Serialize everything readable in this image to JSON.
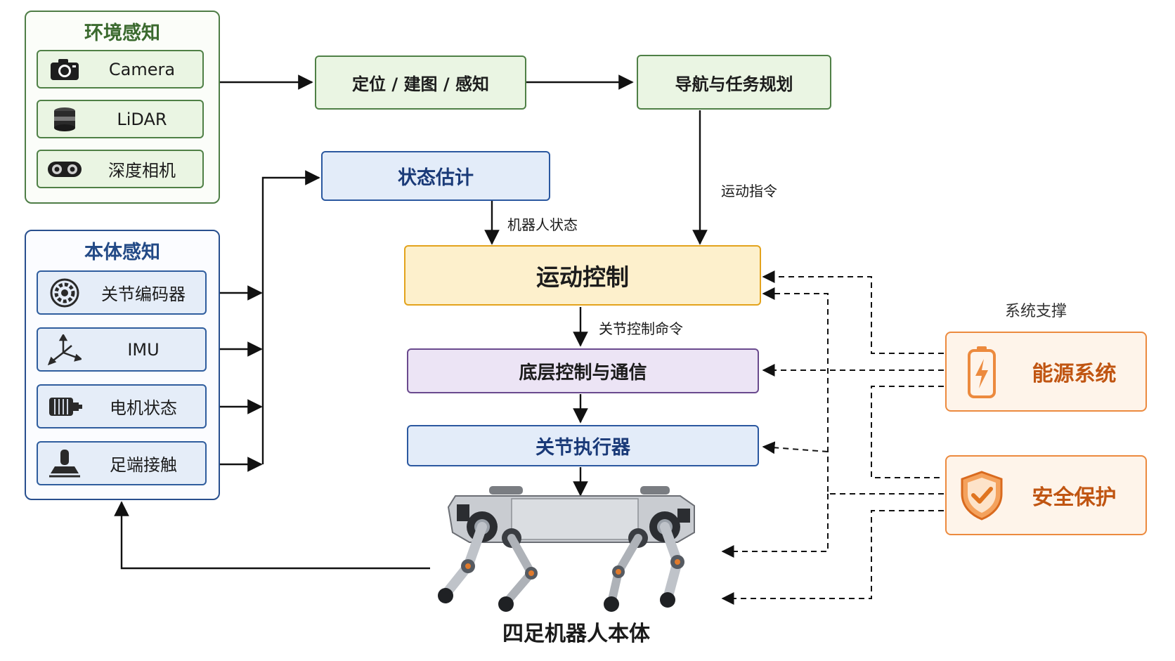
{
  "environment_perception": {
    "title": "环境感知",
    "items": [
      {
        "label": "Camera",
        "icon": "camera-icon"
      },
      {
        "label": "LiDAR",
        "icon": "lidar-icon"
      },
      {
        "label": "深度相机",
        "icon": "depth-camera-icon"
      }
    ]
  },
  "proprioception": {
    "title": "本体感知",
    "items": [
      {
        "label": "关节编码器",
        "icon": "encoder-icon"
      },
      {
        "label": "IMU",
        "icon": "imu-axes-icon"
      },
      {
        "label": "电机状态",
        "icon": "motor-icon"
      },
      {
        "label": "足端接触",
        "icon": "foot-contact-icon"
      }
    ]
  },
  "modules": {
    "localization": "定位 / 建图 / 感知",
    "navigation": "导航与任务规划",
    "state_estimation": "状态估计",
    "motion_control": "运动控制",
    "low_level": "底层控制与通信",
    "actuators": "关节执行器"
  },
  "edge_labels": {
    "motion_command": "运动指令",
    "robot_state": "机器人状态",
    "joint_command": "关节控制命令"
  },
  "system_support": {
    "title": "系统支撑",
    "energy": {
      "label": "能源系统",
      "icon": "battery-icon"
    },
    "safety": {
      "label": "安全保护",
      "icon": "shield-check-icon"
    }
  },
  "robot": {
    "caption": "四足机器人本体",
    "icon": "quadruped-robot-icon"
  },
  "colors": {
    "environment": "#4f8046",
    "proprioception": "#2b58a0",
    "motion_control": "#e3a31c",
    "low_level": "#6a4a8e",
    "support": "#ec8a3e"
  }
}
